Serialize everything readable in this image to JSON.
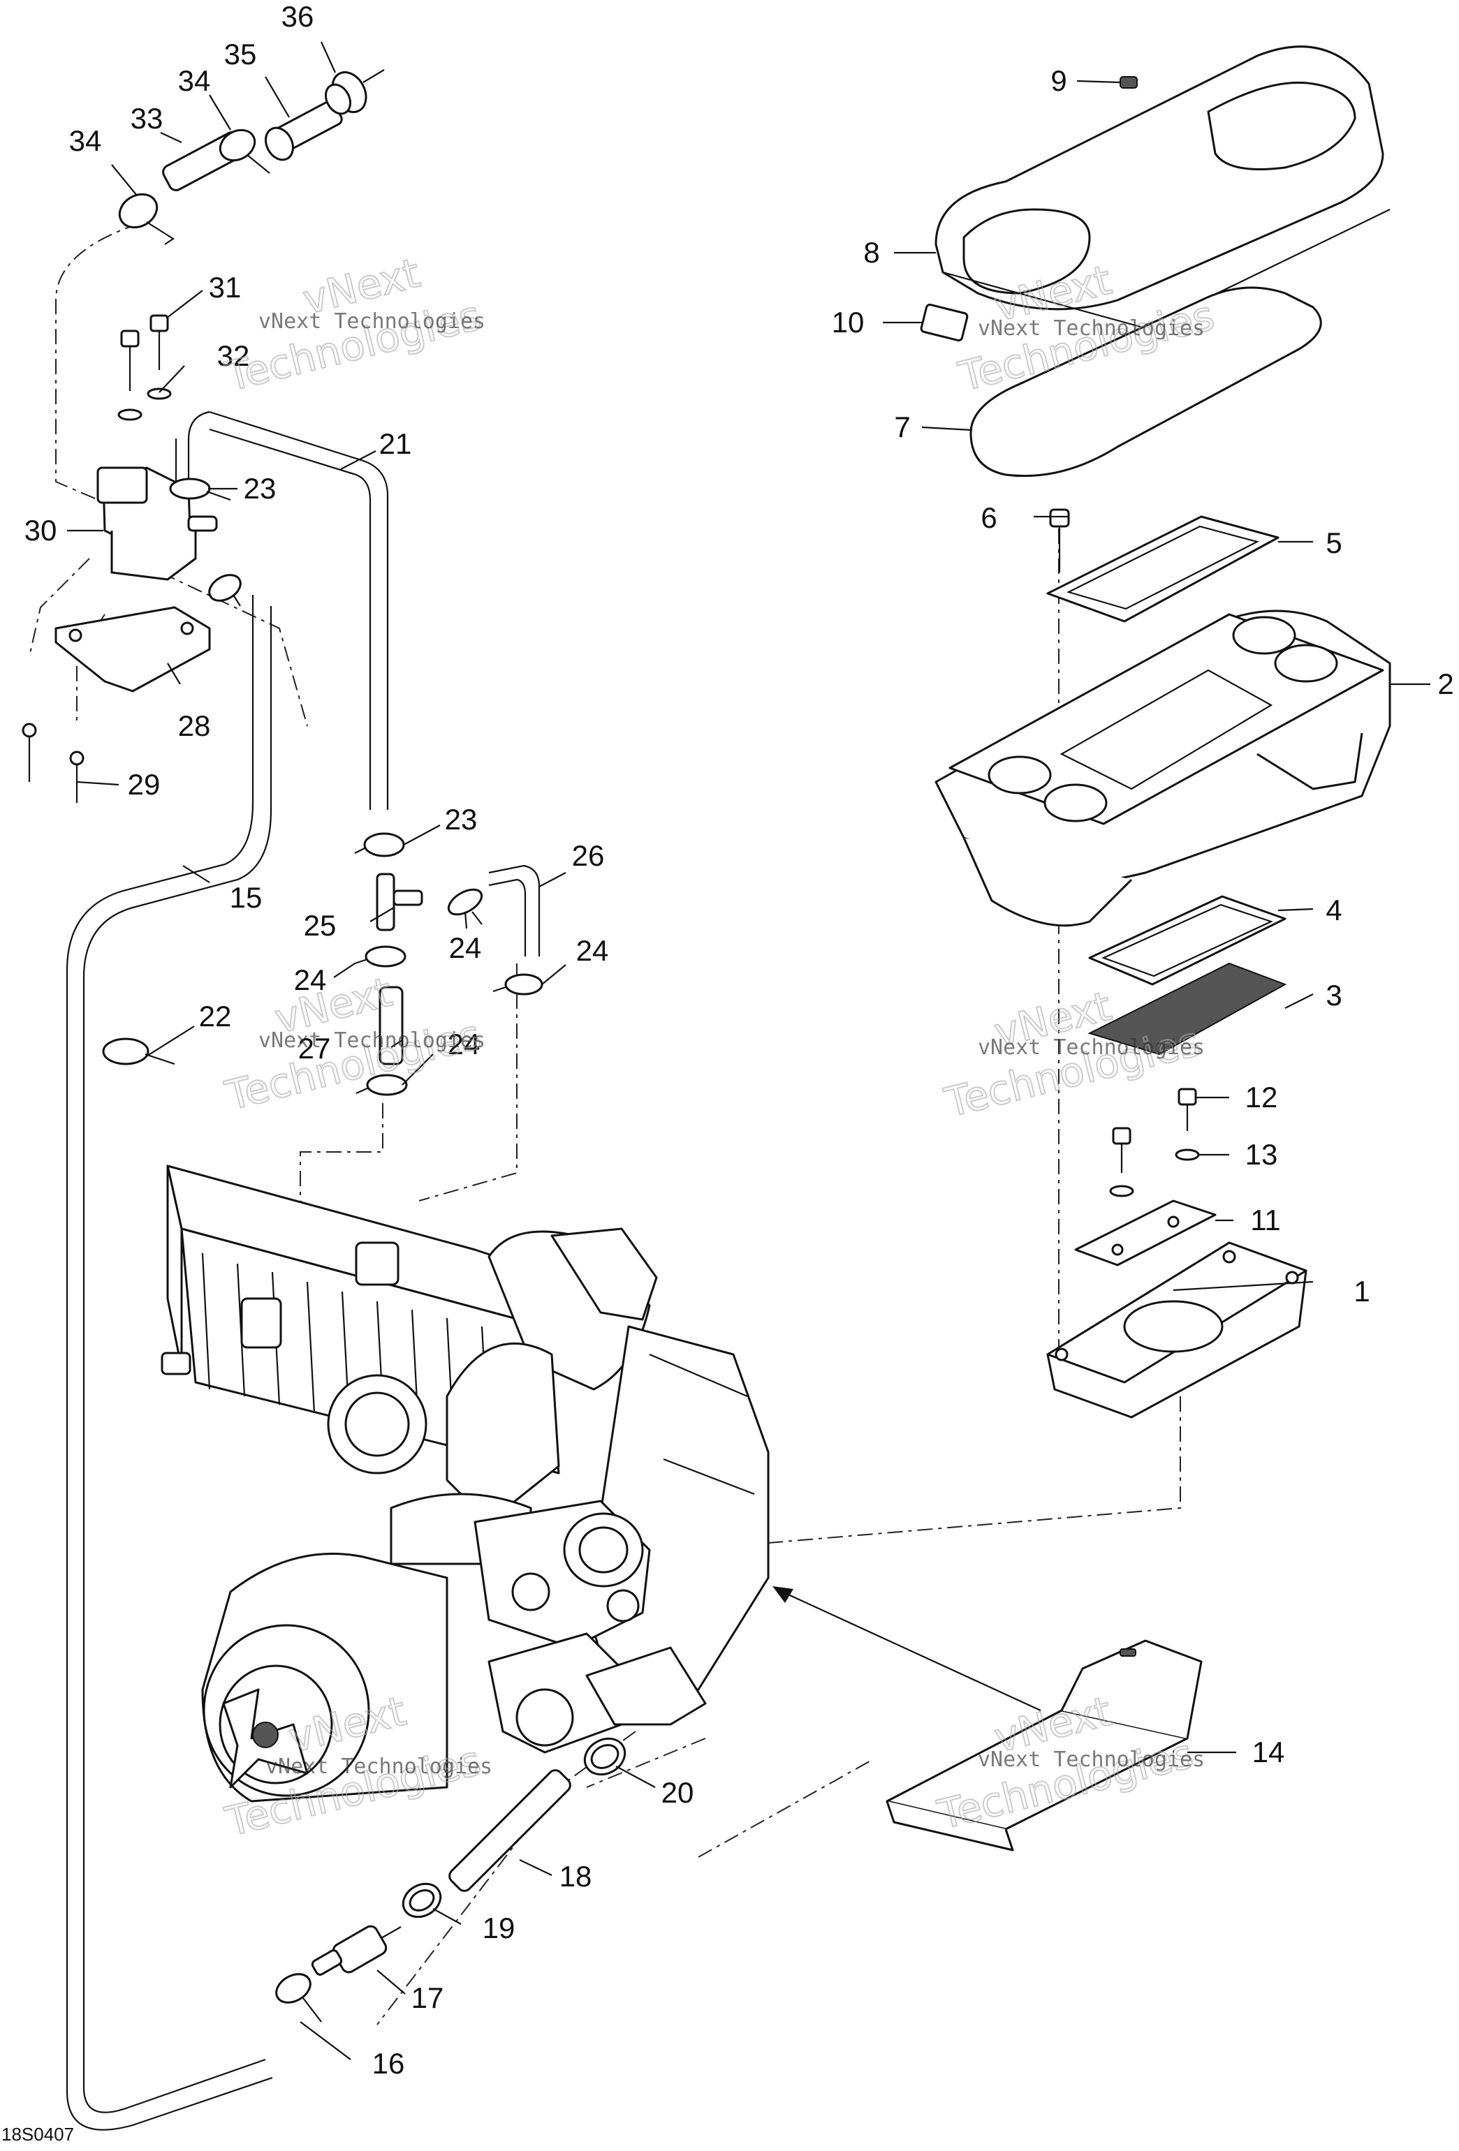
{
  "diagram": {
    "corner_code": "18S0407",
    "watermark": {
      "line1": "vNext",
      "line2": "Technologies",
      "mono": "vNext Technologies"
    },
    "callouts": [
      "1",
      "2",
      "3",
      "4",
      "5",
      "6",
      "7",
      "8",
      "9",
      "10",
      "11",
      "12",
      "13",
      "14",
      "15",
      "16",
      "17",
      "18",
      "19",
      "20",
      "21",
      "22",
      "23",
      "23",
      "24",
      "24",
      "24",
      "24",
      "25",
      "26",
      "27",
      "28",
      "29",
      "30",
      "31",
      "32",
      "33",
      "34",
      "34",
      "35",
      "36"
    ]
  }
}
